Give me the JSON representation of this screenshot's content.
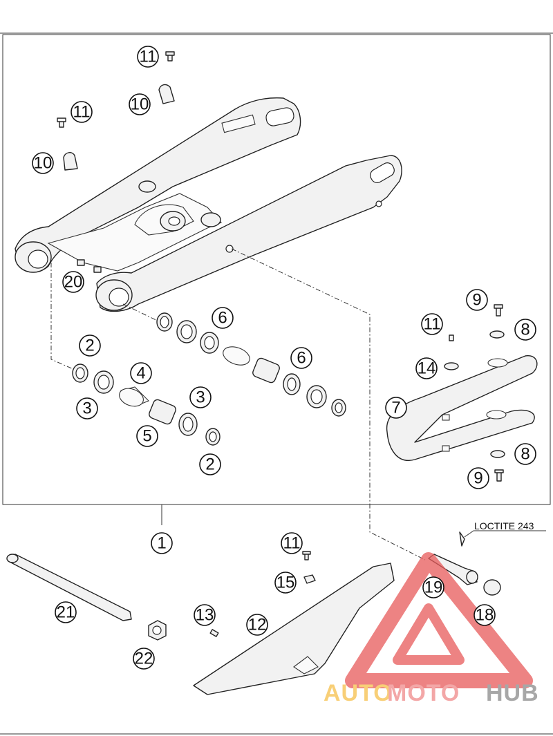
{
  "annotation": "LOCTITE 243",
  "watermark": {
    "part1": "AUTO",
    "part2": "MOTO",
    "part3": "HUB",
    "colors": {
      "auto": "#f6c04a",
      "moto": "#f08a8a",
      "hub": "#8a8a8a",
      "triangle": "#e85a5a"
    }
  },
  "callouts": {
    "c1": "1",
    "c2a": "2",
    "c2b": "2",
    "c3a": "3",
    "c3b": "3",
    "c4": "4",
    "c5": "5",
    "c6a": "6",
    "c6b": "6",
    "c7": "7",
    "c8a": "8",
    "c8b": "8",
    "c9a": "9",
    "c9b": "9",
    "c10a": "10",
    "c10b": "10",
    "c11a": "11",
    "c11b": "11",
    "c11c": "11",
    "c11d": "11",
    "c12": "12",
    "c13": "13",
    "c14": "14",
    "c15": "15",
    "c18": "18",
    "c19": "19",
    "c20": "20",
    "c21": "21",
    "c22": "22"
  }
}
